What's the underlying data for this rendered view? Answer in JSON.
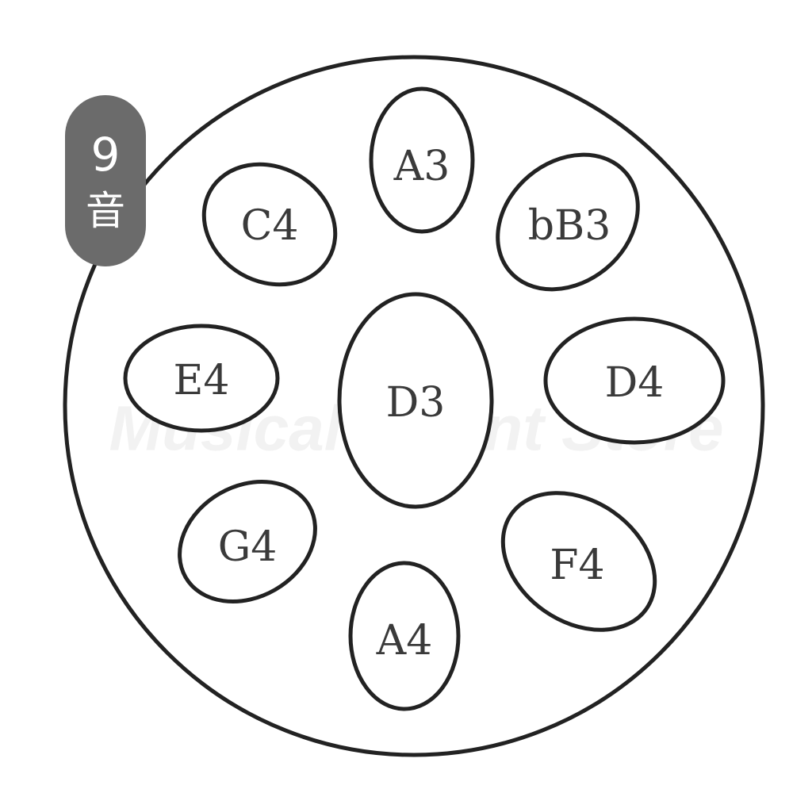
{
  "badge": {
    "count": "9",
    "unit": "音",
    "color": "#6b6b6b"
  },
  "watermark": "Musical Talent Store",
  "notes": [
    {
      "id": "a3",
      "label": "A3"
    },
    {
      "id": "c4",
      "label": "C4"
    },
    {
      "id": "bb3",
      "label": "bB3"
    },
    {
      "id": "e4",
      "label": "E4"
    },
    {
      "id": "d3",
      "label": "D3"
    },
    {
      "id": "d4",
      "label": "D4"
    },
    {
      "id": "g4",
      "label": "G4"
    },
    {
      "id": "f4",
      "label": "F4"
    },
    {
      "id": "a4",
      "label": "A4"
    }
  ]
}
